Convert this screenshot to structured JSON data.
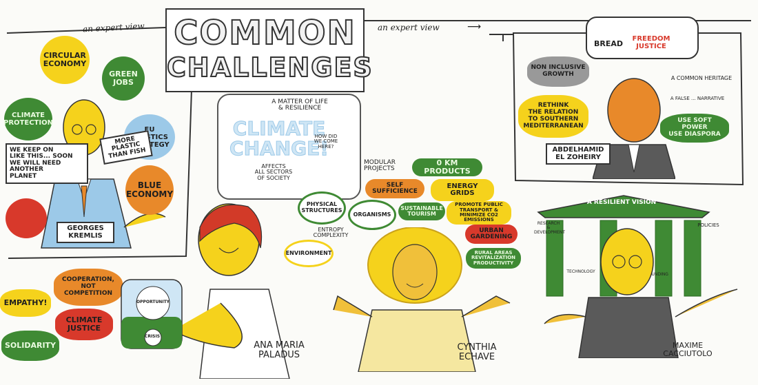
{
  "panels": {
    "left": {
      "header": "an expert view",
      "circular_economy": "CIRCULAR\nECONOMY",
      "green_jobs": "GREEN\nJOBS",
      "climate_protection": "CLIMATE\nPROTECTION",
      "eu_plastics": "EU\nPLASTICS\nSTRATEGY",
      "speech": "WE KEEP ON\nLIKE THIS... SOON\nWE WILL NEED ANOTHER\nPLANET",
      "more_plastic": "MORE\nPLASTIC\nTHAN FISH",
      "blue_economy": "BLUE\nECONOMY",
      "name": "GEORGES\nKREMLIS"
    },
    "title": {
      "line1": "COMMON",
      "line2": "CHALLENGES"
    },
    "right": {
      "header": "an expert view",
      "bread": "BREAD",
      "freedom_justice": "FREEDOM\nJUSTICE",
      "inclusive_growth": "NON INCLUSIVE\nGROWTH",
      "rethink": "RETHINK\nTHE RELATION\nTO SOUTHERN\nMEDITERRANEAN",
      "common_heritage": "A COMMON HERITAGE",
      "false_narrative": "A FALSE ... NARRATIVE",
      "soft_power": "USE SOFT\nPOWER\nUSE DIASPORA",
      "name": "ABDELHAMID\nEL ZOHEIRY"
    },
    "center": {
      "matter_of_life": "A MATTER OF LIFE\n& RESILIENCE",
      "climate_change": "CLIMATE\nCHANGE!",
      "affects": "AFFECTS\nALL SECTORS\nOF SOCIETY",
      "how_did": "HOW DID\nWE COME\nHERE?",
      "physical": "PHYSICAL\nSTRUCTURES",
      "organisms": "ORGANISMS",
      "entropy": "ENTROPY\nCOMPLEXITY",
      "environment": "ENVIRONMENT",
      "name": "ANA MARIA\nPALADUS"
    },
    "cynthia": {
      "modular": "MODULAR\nPROJECTS",
      "km_products": "0 km PRODUCTS",
      "self_sufficience": "SELF\nSUFFICIENCE",
      "energy_grids": "ENERGY\nGRIDS",
      "sustainable_tourism": "SUSTAINABLE\nTOURISM",
      "public_transport": "PROMOTE PUBLIC\nTRANSPORT &\nMINIMIZE CO2 EMISSIONS",
      "urban_gardening": "URBAN\nGARDENING",
      "rural_areas": "RURAL AREAS\nREVITALIZATION\nPRODUCTIVITY",
      "name": "CYNTHIA\nECHAVE"
    },
    "bottom_left": {
      "cooperation": "COOPERATION,\nNOT\nCOMPETITION",
      "empathy": "EMPATHY!",
      "climate_justice": "CLIMATE\nJUSTICE",
      "solidarity": "SOLIDARITY",
      "opportunity": "OPPORTUNITY",
      "crisis": "CRISIS"
    },
    "maxime": {
      "resilient_vision": "A RESILIENT VISION",
      "research": "RESEARCH\n&\nDEVELOPMENT",
      "policies": "POLICIES",
      "technology": "TECHNOLOGY",
      "funding": "FUNDING",
      "name": "MAXIME\nCACCIUTOLO"
    }
  },
  "colors": {
    "yellow": "#f5d21c",
    "green": "#3f8a34",
    "red": "#d8392b",
    "orange": "#e8892a",
    "blue": "#9cc9e8",
    "skin": "#f0c03a",
    "red_hair": "#d23a28",
    "suit": "#5a5a5a"
  }
}
